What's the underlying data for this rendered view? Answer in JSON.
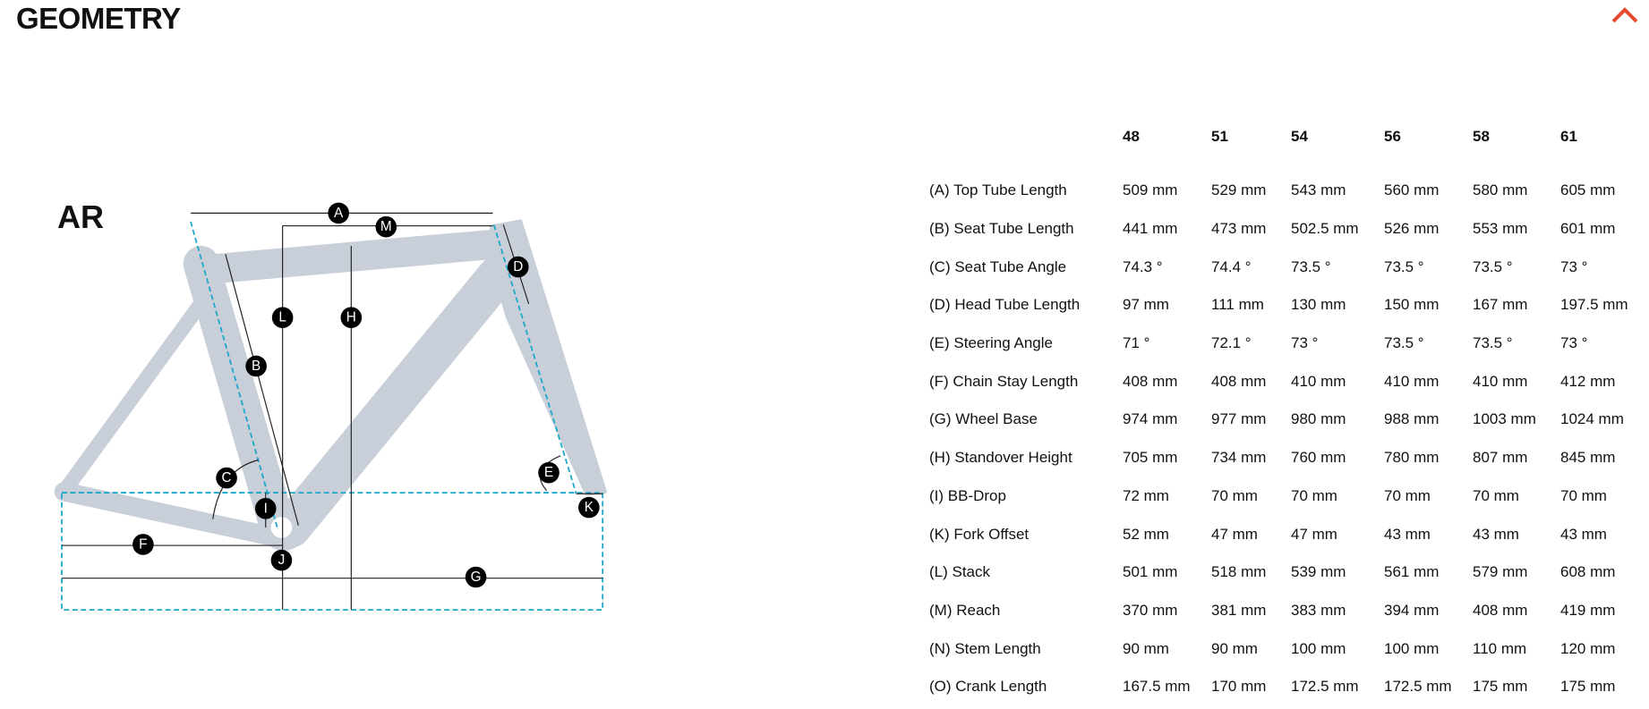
{
  "header": {
    "title": "GEOMETRY",
    "collapse_icon": "chevron-up-icon",
    "accent": "#e8482c"
  },
  "diagram": {
    "model": "AR",
    "frame_color": "#c8cfd9",
    "guide_color": "#1aa7c9",
    "badges": [
      "A",
      "M",
      "D",
      "L",
      "H",
      "B",
      "C",
      "I",
      "E",
      "K",
      "F",
      "J",
      "G"
    ]
  },
  "table": {
    "sizes": [
      "48",
      "51",
      "54",
      "56",
      "58",
      "61"
    ],
    "rows": [
      {
        "label": "(A) Top Tube Length",
        "values": [
          "509 mm",
          "529 mm",
          "543 mm",
          "560 mm",
          "580 mm",
          "605 mm"
        ]
      },
      {
        "label": "(B) Seat Tube Length",
        "values": [
          "441 mm",
          "473 mm",
          "502.5 mm",
          "526 mm",
          "553 mm",
          "601 mm"
        ]
      },
      {
        "label": "(C) Seat Tube Angle",
        "values": [
          "74.3 °",
          "74.4 °",
          "73.5 °",
          "73.5 °",
          "73.5 °",
          "73 °"
        ]
      },
      {
        "label": "(D) Head Tube Length",
        "values": [
          "97 mm",
          "111 mm",
          "130 mm",
          "150 mm",
          "167 mm",
          "197.5 mm"
        ]
      },
      {
        "label": "(E) Steering Angle",
        "values": [
          "71 °",
          "72.1 °",
          "73 °",
          "73.5 °",
          "73.5 °",
          "73 °"
        ]
      },
      {
        "label": "(F) Chain Stay Length",
        "values": [
          "408 mm",
          "408 mm",
          "410 mm",
          "410 mm",
          "410 mm",
          "412 mm"
        ]
      },
      {
        "label": "(G) Wheel Base",
        "values": [
          "974 mm",
          "977 mm",
          "980 mm",
          "988 mm",
          "1003 mm",
          "1024 mm"
        ]
      },
      {
        "label": "(H) Standover Height",
        "values": [
          "705 mm",
          "734 mm",
          "760 mm",
          "780 mm",
          "807 mm",
          "845 mm"
        ]
      },
      {
        "label": "(I) BB-Drop",
        "values": [
          "72 mm",
          "70 mm",
          "70 mm",
          "70 mm",
          "70 mm",
          "70 mm"
        ]
      },
      {
        "label": "(K) Fork Offset",
        "values": [
          "52 mm",
          "47 mm",
          "47 mm",
          "43 mm",
          "43 mm",
          "43 mm"
        ]
      },
      {
        "label": "(L) Stack",
        "values": [
          "501 mm",
          "518 mm",
          "539 mm",
          "561 mm",
          "579 mm",
          "608 mm"
        ]
      },
      {
        "label": "(M) Reach",
        "values": [
          "370 mm",
          "381 mm",
          "383 mm",
          "394 mm",
          "408 mm",
          "419 mm"
        ]
      },
      {
        "label": "(N) Stem Length",
        "values": [
          "90 mm",
          "90 mm",
          "100 mm",
          "100 mm",
          "110 mm",
          "120 mm"
        ]
      },
      {
        "label": "(O) Crank Length",
        "values": [
          "167.5 mm",
          "170 mm",
          "172.5 mm",
          "172.5 mm",
          "175 mm",
          "175 mm"
        ]
      }
    ]
  }
}
